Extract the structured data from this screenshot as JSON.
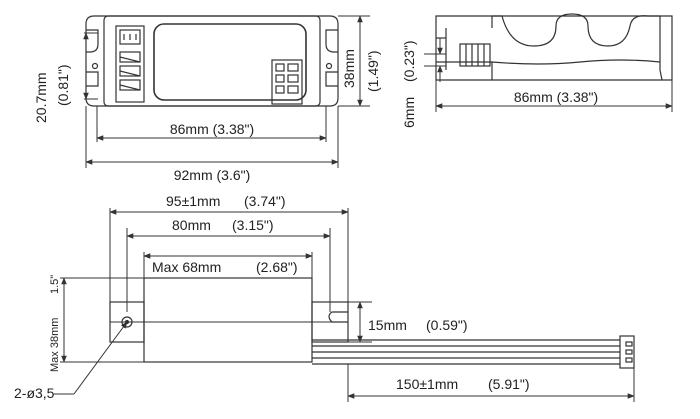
{
  "top_left_view": {
    "height_inner": "20.7mm",
    "height_inner_in": "(0.81\")",
    "height_outer": "38mm",
    "height_outer_in": "(1.49\")",
    "width_inner": "86mm (3.38\")",
    "width_outer": "92mm (3.6\")"
  },
  "top_right_view": {
    "thickness": "6mm",
    "thickness_in": "(0.23\")",
    "width": "86mm (3.38\")"
  },
  "bottom_view": {
    "overall": "95±1mm",
    "overall_in": "(3.74\")",
    "hole_spacing": "80mm",
    "hole_spacing_in": "(3.15\")",
    "body_max": "Max 68mm",
    "body_max_in": "(2.68\")",
    "height_max": "Max 38mm",
    "height_max_in": "1.5\"",
    "tab_height": "15mm",
    "tab_height_in": "(0.59\")",
    "cable_length": "150±1mm",
    "cable_length_in": "(5.91\")",
    "holes": "2-ø3,5"
  }
}
